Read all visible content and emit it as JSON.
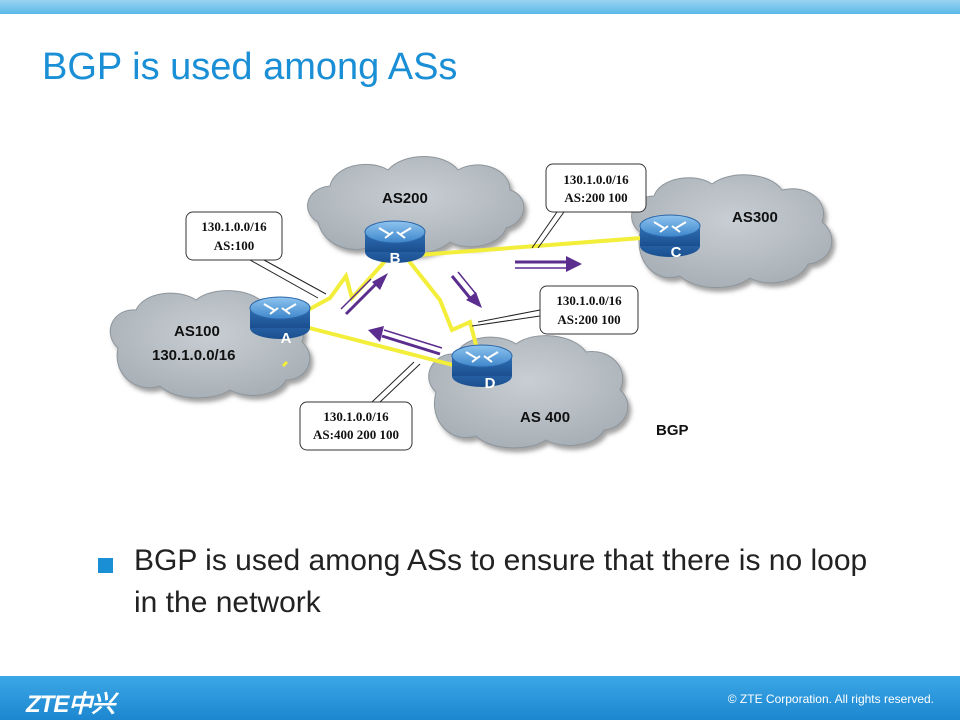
{
  "title": "BGP is used among ASs",
  "ases": {
    "as100": {
      "name": "AS100",
      "prefix": "130.1.0.0/16"
    },
    "as200": {
      "name": "AS200"
    },
    "as300": {
      "name": "AS300"
    },
    "as400": {
      "name": "AS 400"
    }
  },
  "routers": {
    "a": "A",
    "b": "B",
    "c": "C",
    "d": "D"
  },
  "callouts": {
    "a_to_b": {
      "line1": "130.1.0.0/16",
      "line2": "AS:100"
    },
    "b_to_c": {
      "line1": "130.1.0.0/16",
      "line2": "AS:200 100"
    },
    "b_to_d": {
      "line1": "130.1.0.0/16",
      "line2": "AS:200 100"
    },
    "d_to_a": {
      "line1": "130.1.0.0/16",
      "line2": "AS:400 200 100"
    }
  },
  "legend_label": "BGP",
  "bullet": "BGP is used among ASs to ensure that there is no loop in the network",
  "footer": {
    "logo": "ZTE中兴",
    "copyright": "© ZTE Corporation. All rights reserved."
  },
  "colors": {
    "accent": "#1a8fd6",
    "link": "#f2ee3a",
    "arrow": "#5b2d8e",
    "cloud": "#b4bcc2"
  }
}
